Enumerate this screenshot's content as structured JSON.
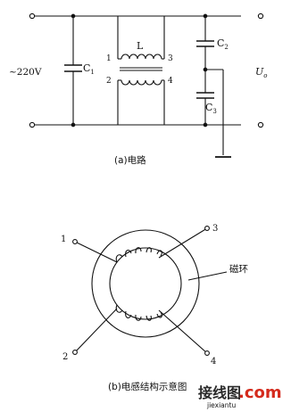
{
  "circuit": {
    "input_voltage_label": "~220V",
    "inductor_label": "L",
    "pins": {
      "p1": "1",
      "p2": "2",
      "p3": "3",
      "p4": "4"
    },
    "capacitors": {
      "c1": "C",
      "c1_sub": "1",
      "c2": "C",
      "c2_sub": "2",
      "c3": "C",
      "c3_sub": "3"
    },
    "output_label": "U",
    "output_sub": "o",
    "caption": "(a)电路"
  },
  "inductor_structure": {
    "pins": {
      "p1": "1",
      "p2": "2",
      "p3": "3",
      "p4": "4"
    },
    "core_label": "磁环",
    "caption": "(b)电感结构示意图"
  },
  "watermark": {
    "cn": "接线图",
    "dot_com": ".com",
    "domain": "jiexiantu"
  },
  "colors": {
    "ink": "#111111",
    "watermark_red": "#d42a1c",
    "watermark_dark": "#2a2a2a"
  }
}
